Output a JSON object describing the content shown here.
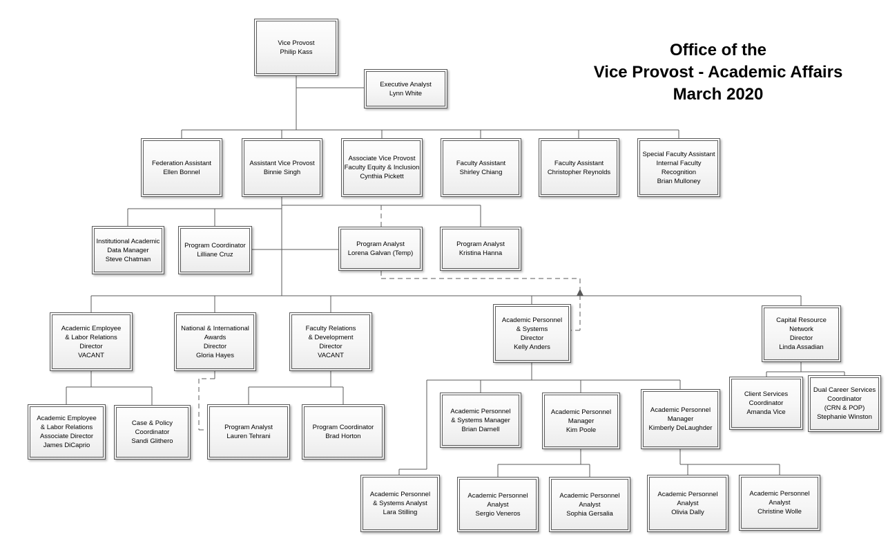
{
  "title": [
    "Office of the",
    "Vice Provost - Academic Affairs",
    "March 2020"
  ],
  "colors": {
    "connector": "#595959",
    "box_border": "#595959",
    "box_fill_top": "#fefefe",
    "box_fill_bottom": "#ebebeb",
    "text": "#000000",
    "background": "#ffffff"
  },
  "org": {
    "vice_provost": {
      "lines": [
        "Vice Provost",
        "Philip Kass"
      ]
    },
    "executive_analyst": {
      "lines": [
        "Executive Analyst",
        "Lynn White"
      ]
    },
    "federation_assistant": {
      "lines": [
        "Federation Assistant",
        "Ellen Bonnel"
      ]
    },
    "assistant_vice_provost": {
      "lines": [
        "Assistant Vice Provost",
        "Binnie Singh"
      ]
    },
    "associate_vice_provost": {
      "lines": [
        "Associate Vice Provost",
        "Faculty Equity & Inclusion",
        "Cynthia Pickett"
      ]
    },
    "faculty_assistant_chiang": {
      "lines": [
        "Faculty Assistant",
        "Shirley Chiang"
      ]
    },
    "faculty_assistant_reynolds": {
      "lines": [
        "Faculty Assistant",
        "Christopher Reynolds"
      ]
    },
    "special_faculty_assistant": {
      "lines": [
        "Special Faculty Assistant",
        "Internal Faculty",
        "Recognition",
        "Brian Mulloney"
      ]
    },
    "institutional_data_manager": {
      "lines": [
        "Institutional Academic",
        "Data Manager",
        "Steve Chatman"
      ]
    },
    "program_coordinator_cruz": {
      "lines": [
        "Program Coordinator",
        "Lilliane Cruz"
      ]
    },
    "program_analyst_galvan": {
      "lines": [
        "Program Analyst",
        "Lorena Galvan (Temp)"
      ]
    },
    "program_analyst_hanna": {
      "lines": [
        "Program Analyst",
        "Kristina Hanna"
      ]
    },
    "director_labor_relations": {
      "lines": [
        "Academic Employee",
        "& Labor Relations",
        "Director",
        "VACANT"
      ]
    },
    "director_awards": {
      "lines": [
        "National & International",
        "Awards",
        "Director",
        "Gloria Hayes"
      ]
    },
    "director_faculty_relations": {
      "lines": [
        "Faculty Relations",
        "& Development",
        "Director",
        "VACANT"
      ]
    },
    "director_personnel_systems": {
      "lines": [
        "Academic Personnel",
        "& Systems",
        "Director",
        "Kelly Anders"
      ]
    },
    "director_capital_resource": {
      "lines": [
        "Capital Resource",
        "Network",
        "Director",
        "Linda Assadian"
      ]
    },
    "associate_director_dicaprio": {
      "lines": [
        "Academic Employee",
        "& Labor Relations",
        "Associate Director",
        "James DiCaprio"
      ]
    },
    "case_policy_coordinator": {
      "lines": [
        "Case & Policy",
        "Coordinator",
        "Sandi Glithero"
      ]
    },
    "program_analyst_tehrani": {
      "lines": [
        "Program Analyst",
        "Lauren Tehrani"
      ]
    },
    "program_coordinator_horton": {
      "lines": [
        "Program Coordinator",
        "Brad Horton"
      ]
    },
    "manager_darnell": {
      "lines": [
        "Academic Personnel",
        "& Systems Manager",
        "Brian Darnell"
      ]
    },
    "manager_poole": {
      "lines": [
        "Academic Personnel",
        "Manager",
        "Kim Poole"
      ]
    },
    "manager_delaughder": {
      "lines": [
        "Academic Personnel",
        "Manager",
        "Kimberly DeLaughder"
      ]
    },
    "client_services_coordinator": {
      "lines": [
        "Client Services",
        "Coordinator",
        "Amanda Vice"
      ]
    },
    "dual_career_coordinator": {
      "lines": [
        "Dual Career Services",
        "Coordinator",
        "(CRN & POP)",
        "Stephanie Winston"
      ]
    },
    "analyst_stilling": {
      "lines": [
        "Academic Personnel",
        "& Systems Analyst",
        "Lara Stilling"
      ]
    },
    "analyst_veneros": {
      "lines": [
        "Academic Personnel",
        "Analyst",
        "Sergio Veneros"
      ]
    },
    "analyst_gersalia": {
      "lines": [
        "Academic Personnel",
        "Analyst",
        "Sophia Gersalia"
      ]
    },
    "analyst_dally": {
      "lines": [
        "Academic Personnel",
        "Analyst",
        "Olivia Dally"
      ]
    },
    "analyst_wolle": {
      "lines": [
        "Academic Personnel",
        "Analyst",
        "Christine Wolle"
      ]
    }
  }
}
